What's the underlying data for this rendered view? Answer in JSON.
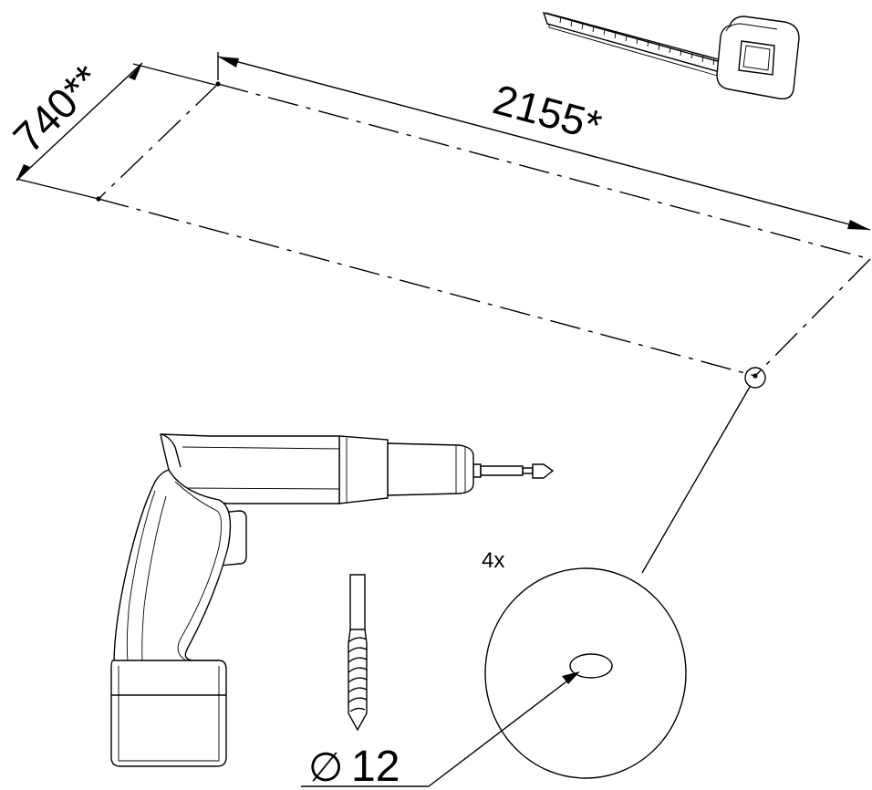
{
  "dimensions": {
    "width_label": "2155*",
    "depth_label": "740**"
  },
  "detail": {
    "quantity_label": "4x",
    "diameter_symbol": "∅",
    "diameter_value": "12"
  },
  "icons": {
    "tape_measure": "tape-measure-icon",
    "drill": "power-drill-icon",
    "drill_bit": "drill-bit-icon",
    "drill_hole": "drill-hole-icon"
  }
}
